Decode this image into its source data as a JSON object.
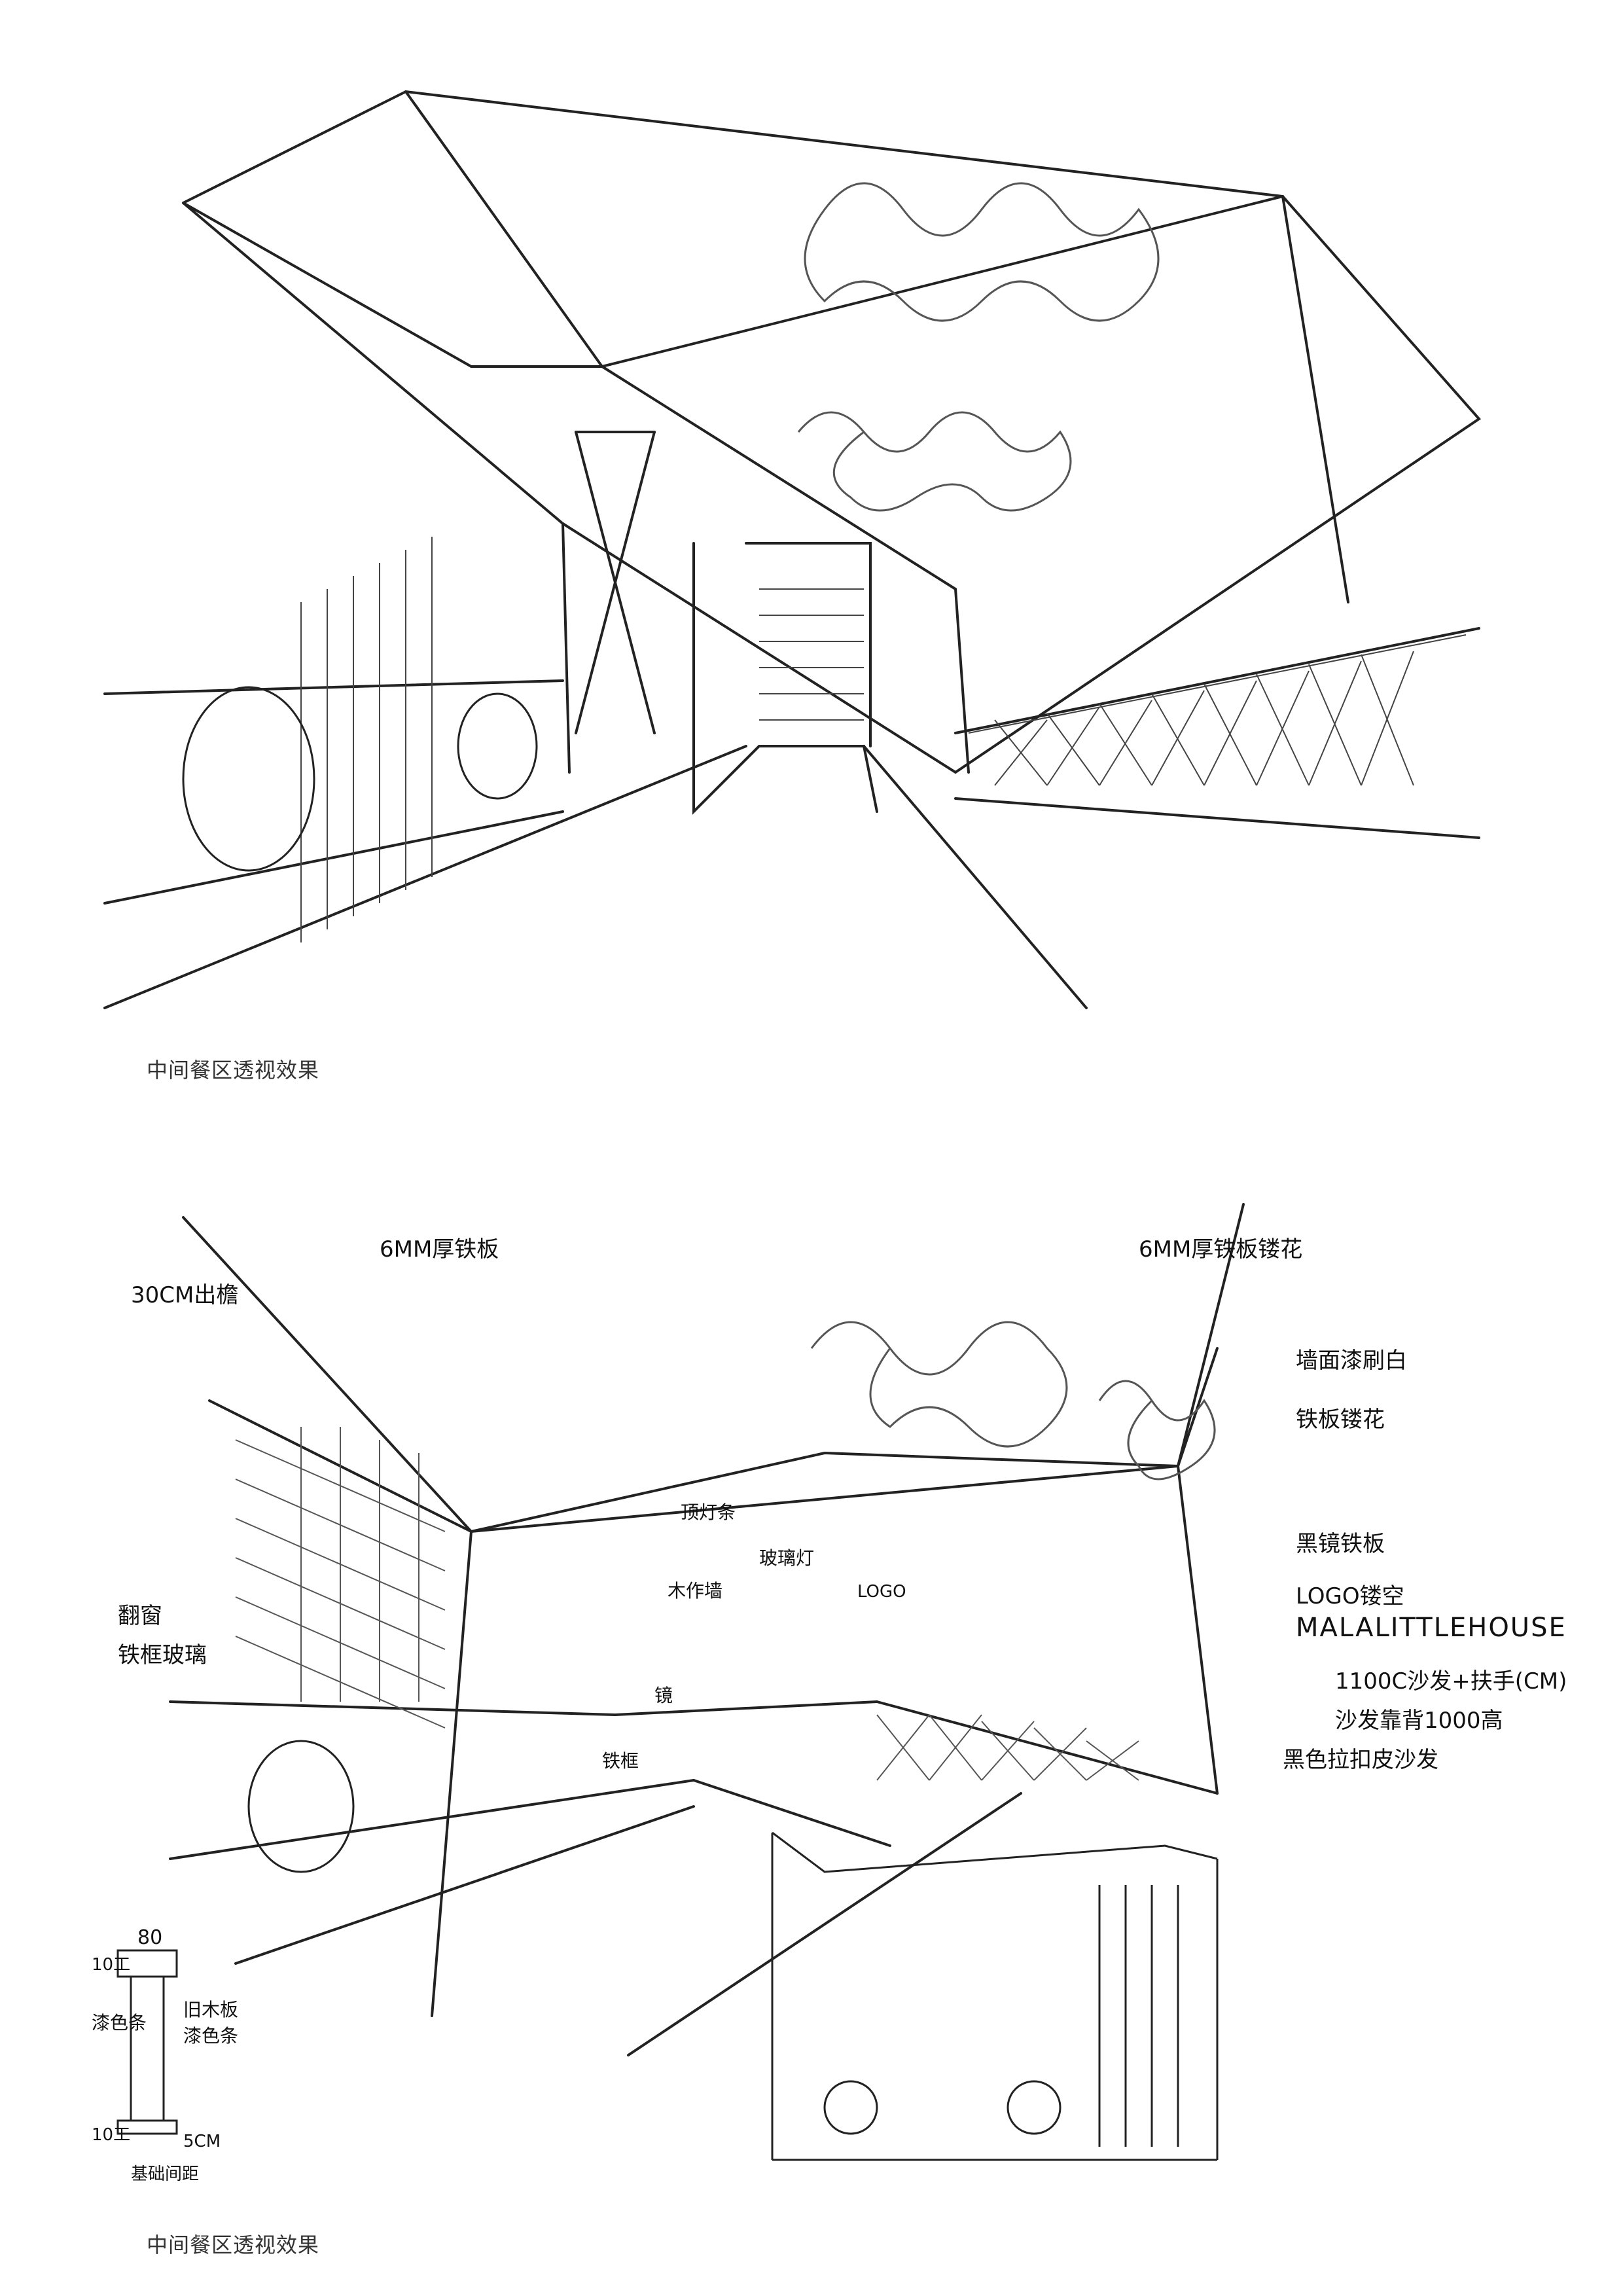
{
  "captions": {
    "top": "中间餐区透视效果",
    "bottom": "中间餐区透视效果"
  },
  "annotations": {
    "steel_plate_6mm": "6MM厚铁板",
    "eave_30cm": "30CM出檐",
    "corrugated_6mm": "6MM厚铁板镂花",
    "wall_paint": "墙面漆刷白",
    "iron_plate_carved": "铁板镂花",
    "black_steel_plate": "黑镜铁板",
    "logo_line": "LOGO镂空",
    "brand": "MALALITTLEHOUSE",
    "sofa_1100": "1100C沙发+扶手(CM)",
    "sofa_back": "沙发靠背1000高",
    "black_leather": "黑色拉扣皮沙发",
    "rope_left": "翻窗",
    "rope_left2": "铁框玻璃",
    "wood_strip": "木作墙",
    "glass_box": "玻璃灯",
    "mirror": "镜",
    "iron_frame": "铁框",
    "detail_80": "80",
    "detail_10_top": "10工",
    "detail_10_bottom": "10工",
    "detail_wood": "旧木板",
    "detail_wood2": "漆色条",
    "detail_side": "漆色条",
    "detail_5cm": "5CM",
    "detail_base": "基础间距",
    "tower_note": "顶灯条",
    "logo_glass": "LOGO"
  },
  "colors": {
    "pencil": "#222222",
    "light_pencil": "#8a8a8a",
    "paper": "#ffffff"
  }
}
